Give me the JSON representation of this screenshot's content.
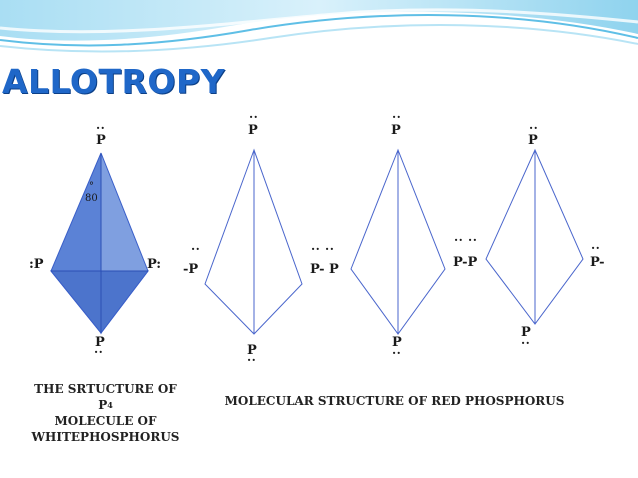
{
  "slide": {
    "title": "ALLOTROPY",
    "colors": {
      "title": "#1f67c8",
      "outline": "#3a5fc9",
      "fill": "#6c8fd9"
    }
  },
  "white_p4": {
    "atoms": {
      "top": "P",
      "left": ":P",
      "right": "P:",
      "bottom": "P"
    },
    "angle_label": "80",
    "angle_symbol": "°",
    "caption_line1": "THE SRTUCTURE OF P",
    "caption_sub": "4",
    "caption_line2": "MOLECULE OF",
    "caption_line3": "WHITEPHOSPHORUS"
  },
  "red_phosphorus": {
    "caption": "MOLECULAR STRUCTURE OF RED PHOSPHORUS",
    "unit1": {
      "top": "P",
      "left": "-P",
      "bottom": "P"
    },
    "link1": "P- P",
    "unit2": {
      "top": "P",
      "bottom": "P"
    },
    "link2": "P-P",
    "unit3": {
      "top": "P",
      "right": "P-",
      "bottom": "P"
    },
    "lone_pair": "··",
    "double_lone_pair": "·· ··"
  }
}
